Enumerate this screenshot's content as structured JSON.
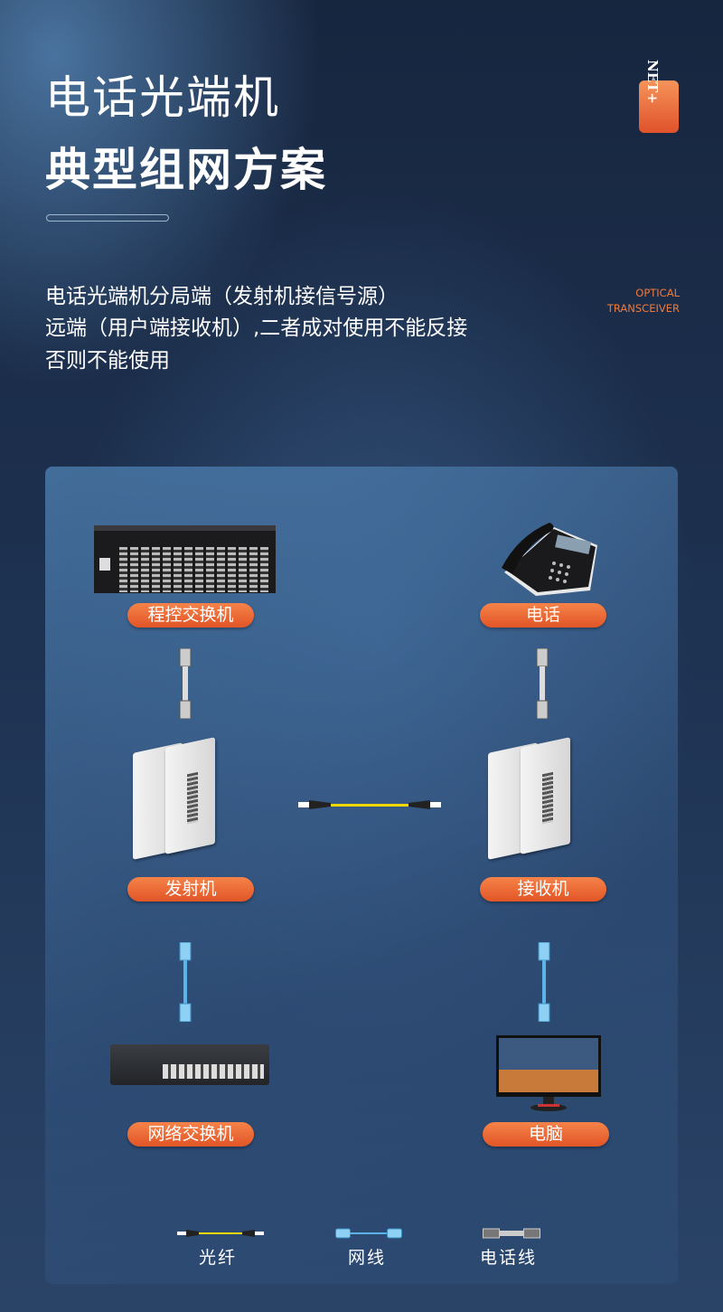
{
  "header": {
    "title_line1": "电话光端机",
    "title_line2": "典型组网方案"
  },
  "description": [
    "电话光端机分局端（发射机接信号源）",
    "远端（用户端接收机）,二者成对使用不能反接",
    "否则不能使用"
  ],
  "brand": {
    "logo_text": "NET+",
    "tagline_line1": "OPTICAL",
    "tagline_line2": "TRANSCEIVER"
  },
  "diagram": {
    "pbx_label": "程控交换机",
    "phone_label": "电话",
    "transmitter_label": "发射机",
    "receiver_label": "接收机",
    "switch_label": "网络交换机",
    "computer_label": "电脑"
  },
  "legend": {
    "fiber": "光纤",
    "ethernet": "网线",
    "phone_cable": "电话线"
  },
  "colors": {
    "accent": "#e8622f",
    "fiber": "#f2d600",
    "ethernet": "#5ab4ea",
    "phone_cable": "#c8c8c8"
  }
}
